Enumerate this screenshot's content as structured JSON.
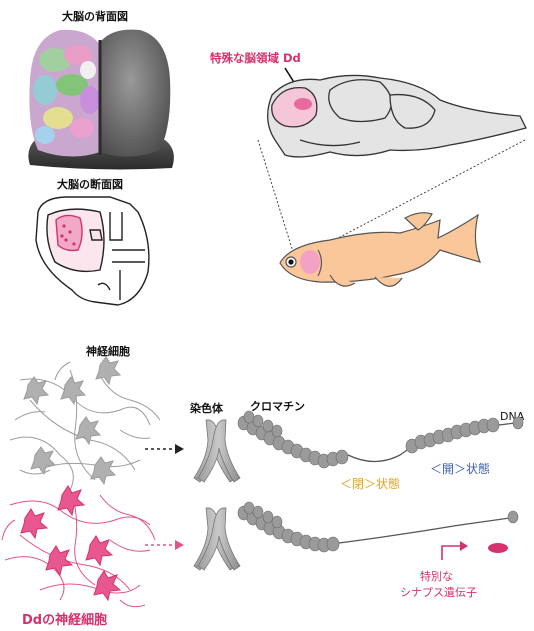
{
  "labels": {
    "dorsal_view": "大脳の背面図",
    "cross_section": "大脳の断面図",
    "special_region": "特殊な脳領域 Dd",
    "neurons": "神経細胞",
    "chromosome": "染色体",
    "chromatin": "クロマチン",
    "dna": "DNA",
    "closed_state": "＜閉＞状態",
    "open_state": "＜開＞状態",
    "special_gene_1": "特別な",
    "special_gene_2": "シナプス遺伝子",
    "dd_neurons": "Ddの神経細胞"
  },
  "colors": {
    "magenta": "#d4326e",
    "pink_fill": "#f2a9c6",
    "gray_fill": "#e4e4e4",
    "gray_dark": "#6e6e6e",
    "chromatin": "#8f8f8f",
    "fish": "#f9c79a",
    "closed": "#e4a025",
    "open": "#3d5fb8"
  }
}
